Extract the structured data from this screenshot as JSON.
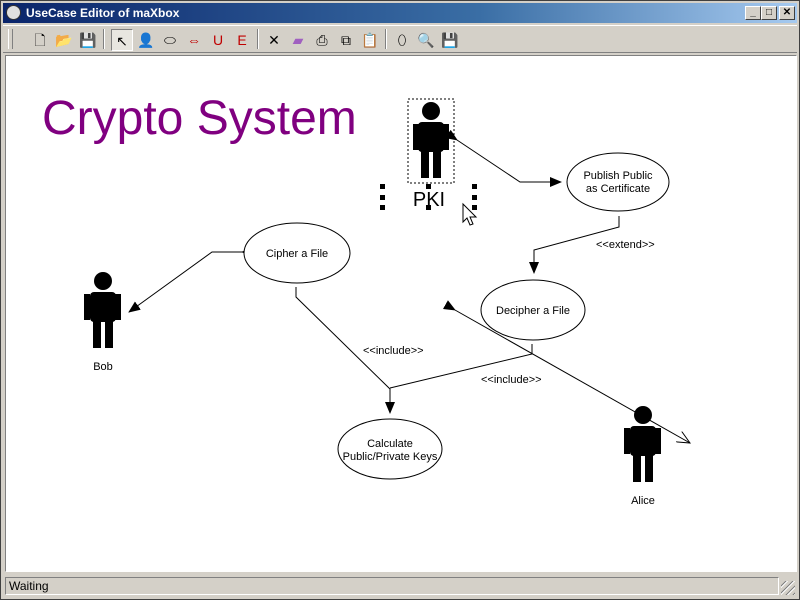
{
  "window": {
    "title": "UseCase Editor of maXbox"
  },
  "toolbar": {
    "buttons": [
      {
        "name": "new-icon",
        "glyph": "🗋"
      },
      {
        "name": "open-folder-icon",
        "glyph": "📂"
      },
      {
        "name": "save-icon",
        "glyph": "💾"
      },
      {
        "name": "select-pointer-icon",
        "glyph": "↖"
      },
      {
        "name": "actor-tool-icon",
        "glyph": "👤"
      },
      {
        "name": "usecase-ellipse-tool-icon",
        "glyph": "⬭"
      },
      {
        "name": "association-tool-icon",
        "glyph": "⇔"
      },
      {
        "name": "uses-relation-tool-icon",
        "glyph": "U"
      },
      {
        "name": "extend-relation-tool-icon",
        "glyph": "E"
      },
      {
        "name": "delete-icon",
        "glyph": "✕"
      },
      {
        "name": "eraser-icon",
        "glyph": "▰"
      },
      {
        "name": "print-icon",
        "glyph": "⎙"
      },
      {
        "name": "copy-icon",
        "glyph": "⧉"
      },
      {
        "name": "paste-icon",
        "glyph": "📋"
      },
      {
        "name": "ellipse-shape-icon",
        "glyph": "⬯"
      },
      {
        "name": "zoom-icon",
        "glyph": "🔍"
      },
      {
        "name": "save-diagram-icon",
        "glyph": "💾"
      }
    ]
  },
  "diagram": {
    "title": "Crypto System",
    "title_color": "#800080",
    "actors": [
      {
        "id": "pki",
        "label": "PKI",
        "selected": true
      },
      {
        "id": "bob",
        "label": "Bob"
      },
      {
        "id": "alice",
        "label": "Alice"
      }
    ],
    "usecases": [
      {
        "id": "publish",
        "lines": [
          "Publish Public",
          "as Certificate"
        ]
      },
      {
        "id": "cipher",
        "lines": [
          "Cipher a File"
        ]
      },
      {
        "id": "decipher",
        "lines": [
          "Decipher a File"
        ]
      },
      {
        "id": "calculate",
        "lines": [
          "Calculate",
          "Public/Private Keys"
        ]
      }
    ],
    "relation_labels": {
      "extend": "<<extend>>",
      "include_1": "<<include>>",
      "include_2": "<<include>>"
    }
  },
  "status": {
    "text": "Waiting"
  }
}
